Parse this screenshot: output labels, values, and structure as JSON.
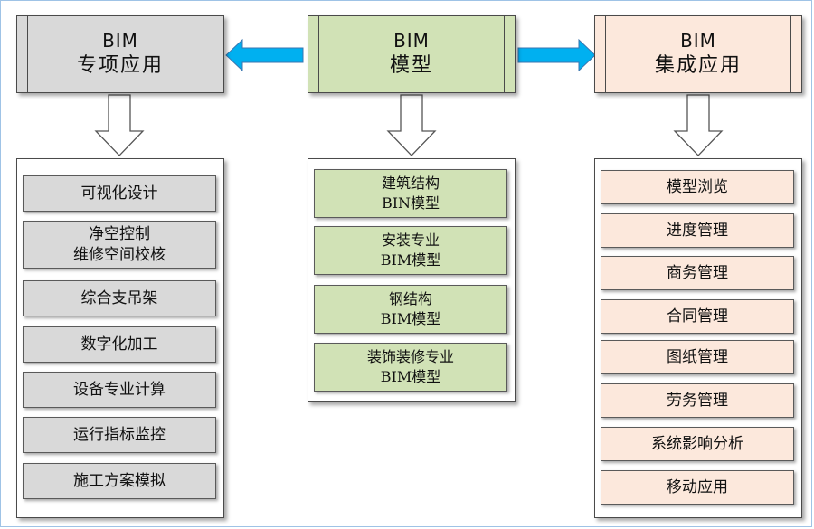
{
  "columns": [
    {
      "id": "left",
      "title_line1": "BIM",
      "title_line2": "专项应用",
      "color": "#d9d9d9",
      "items": [
        {
          "lines": [
            "可视化设计"
          ]
        },
        {
          "lines": [
            "净空控制",
            "维修空间校核"
          ]
        },
        {
          "lines": [
            "综合支吊架"
          ]
        },
        {
          "lines": [
            "数字化加工"
          ]
        },
        {
          "lines": [
            "设备专业计算"
          ]
        },
        {
          "lines": [
            "运行指标监控"
          ]
        },
        {
          "lines": [
            "施工方案模拟"
          ]
        }
      ]
    },
    {
      "id": "mid",
      "title_line1": "BIM",
      "title_line2": "模型",
      "color": "#d1e2b6",
      "items": [
        {
          "lines": [
            "建筑结构",
            "BIN模型"
          ]
        },
        {
          "lines": [
            "安装专业",
            "BIM模型"
          ]
        },
        {
          "lines": [
            "钢结构",
            "BIM模型"
          ]
        },
        {
          "lines": [
            "装饰装修专业",
            "BIM模型"
          ]
        }
      ]
    },
    {
      "id": "right",
      "title_line1": "BIM",
      "title_line2": "集成应用",
      "color": "#fce8dc",
      "items": [
        {
          "lines": [
            "模型浏览"
          ]
        },
        {
          "lines": [
            "进度管理"
          ]
        },
        {
          "lines": [
            "商务管理"
          ]
        },
        {
          "lines": [
            "合同管理"
          ]
        },
        {
          "lines": [
            "图纸管理"
          ]
        },
        {
          "lines": [
            "劳务管理"
          ]
        },
        {
          "lines": [
            "系统影响分析"
          ]
        },
        {
          "lines": [
            "移动应用"
          ]
        }
      ]
    }
  ],
  "colors": {
    "side_arrow": "#00b0f0",
    "down_arrow_fill": "#ffffff",
    "border": "#4a4a4a"
  }
}
